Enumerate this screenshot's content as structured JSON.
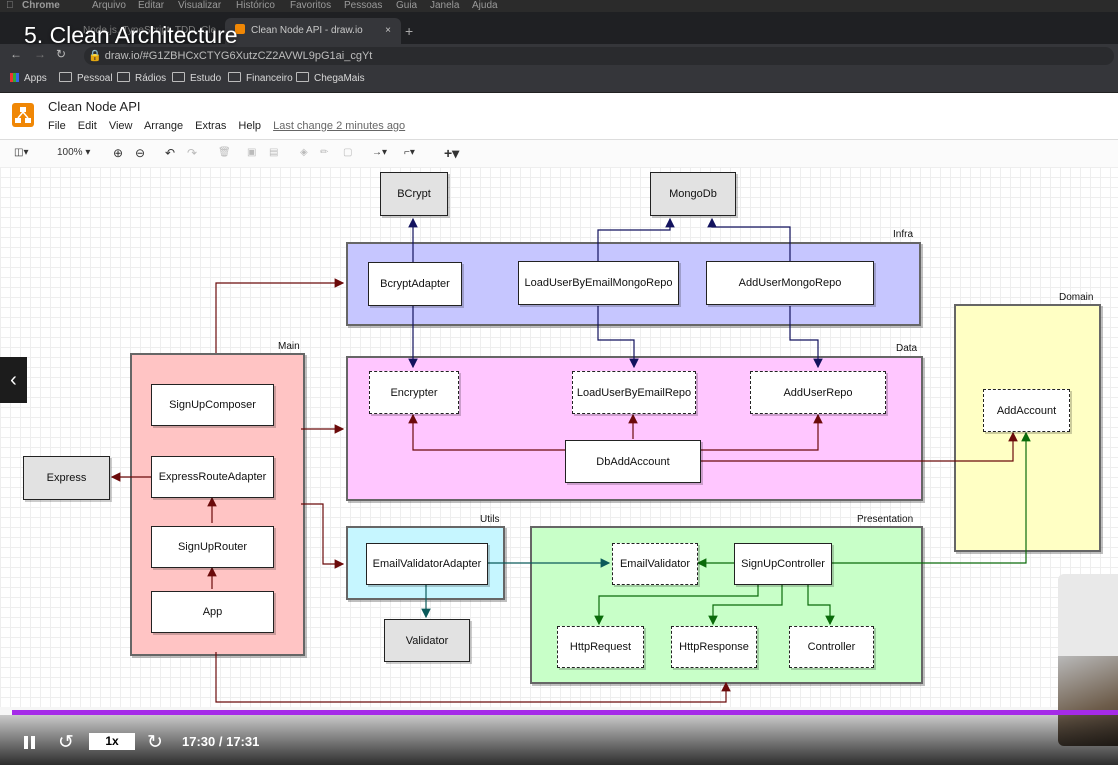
{
  "video": {
    "title": "5. Clean Architecture",
    "speed": "1x",
    "time": "17:30 / 17:31",
    "progress": 0.999
  },
  "mac_menu": [
    "Chrome",
    "Arquivo",
    "Editar",
    "Visualizar",
    "Histórico",
    "Favoritos",
    "Pessoas",
    "Guia",
    "Janela",
    "Ajuda"
  ],
  "browser": {
    "tabs": [
      {
        "label": "Node.js, TypeScript, TDD, Cle"
      },
      {
        "label": "Clean Node API - draw.io"
      }
    ],
    "url": "draw.io/#G1ZBHCxCTYG6XutzCZ2AVWL9pG1ai_cgYt",
    "bookmarks": [
      "Apps",
      "Pessoal",
      "Rádios",
      "Estudo",
      "Financeiro",
      "ChegaMais"
    ]
  },
  "drawio": {
    "doc_title": "Clean Node API",
    "menu": [
      "File",
      "Edit",
      "View",
      "Arrange",
      "Extras",
      "Help"
    ],
    "last_change": "Last change 2 minutes ago",
    "zoom": "100%"
  },
  "diagram": {
    "containers": {
      "infra": "Infra",
      "data": "Data",
      "main": "Main",
      "domain": "Domain",
      "utils": "Utils",
      "presentation": "Presentation"
    },
    "nodes": {
      "bcrypt": "BCrypt",
      "mongodb": "MongoDb",
      "bcrypt_adapter": "BcryptAdapter",
      "load_user_mongo_repo": "LoadUserByEmailMongoRepo",
      "add_user_mongo_repo": "AddUserMongoRepo",
      "encrypter": "Encrypter",
      "load_user_repo": "LoadUserByEmailRepo",
      "add_user_repo": "AddUserRepo",
      "db_add_account": "DbAddAccount",
      "add_account": "AddAccount",
      "signup_composer": "SignUpComposer",
      "express_route_adapter": "ExpressRouteAdapter",
      "signup_router": "SignUpRouter",
      "app": "App",
      "express": "Express",
      "email_validator_adapter": "EmailValidatorAdapter",
      "validator": "Validator",
      "email_validator": "EmailValidator",
      "signup_controller": "SignUpController",
      "http_request": "HttpRequest",
      "http_response": "HttpResponse",
      "controller": "Controller"
    },
    "colors": {
      "infra": "#c6c6ff",
      "data": "#ffc6ff",
      "main": "#ffc4c4",
      "domain": "#ffffc4",
      "utils": "#c6f6ff",
      "presentation": "#c8ffc8",
      "edge_main": "#6b0a0a",
      "edge_infra": "#12125e",
      "edge_utils": "#0b5a5a",
      "edge_presentation": "#0a6b0a"
    }
  }
}
